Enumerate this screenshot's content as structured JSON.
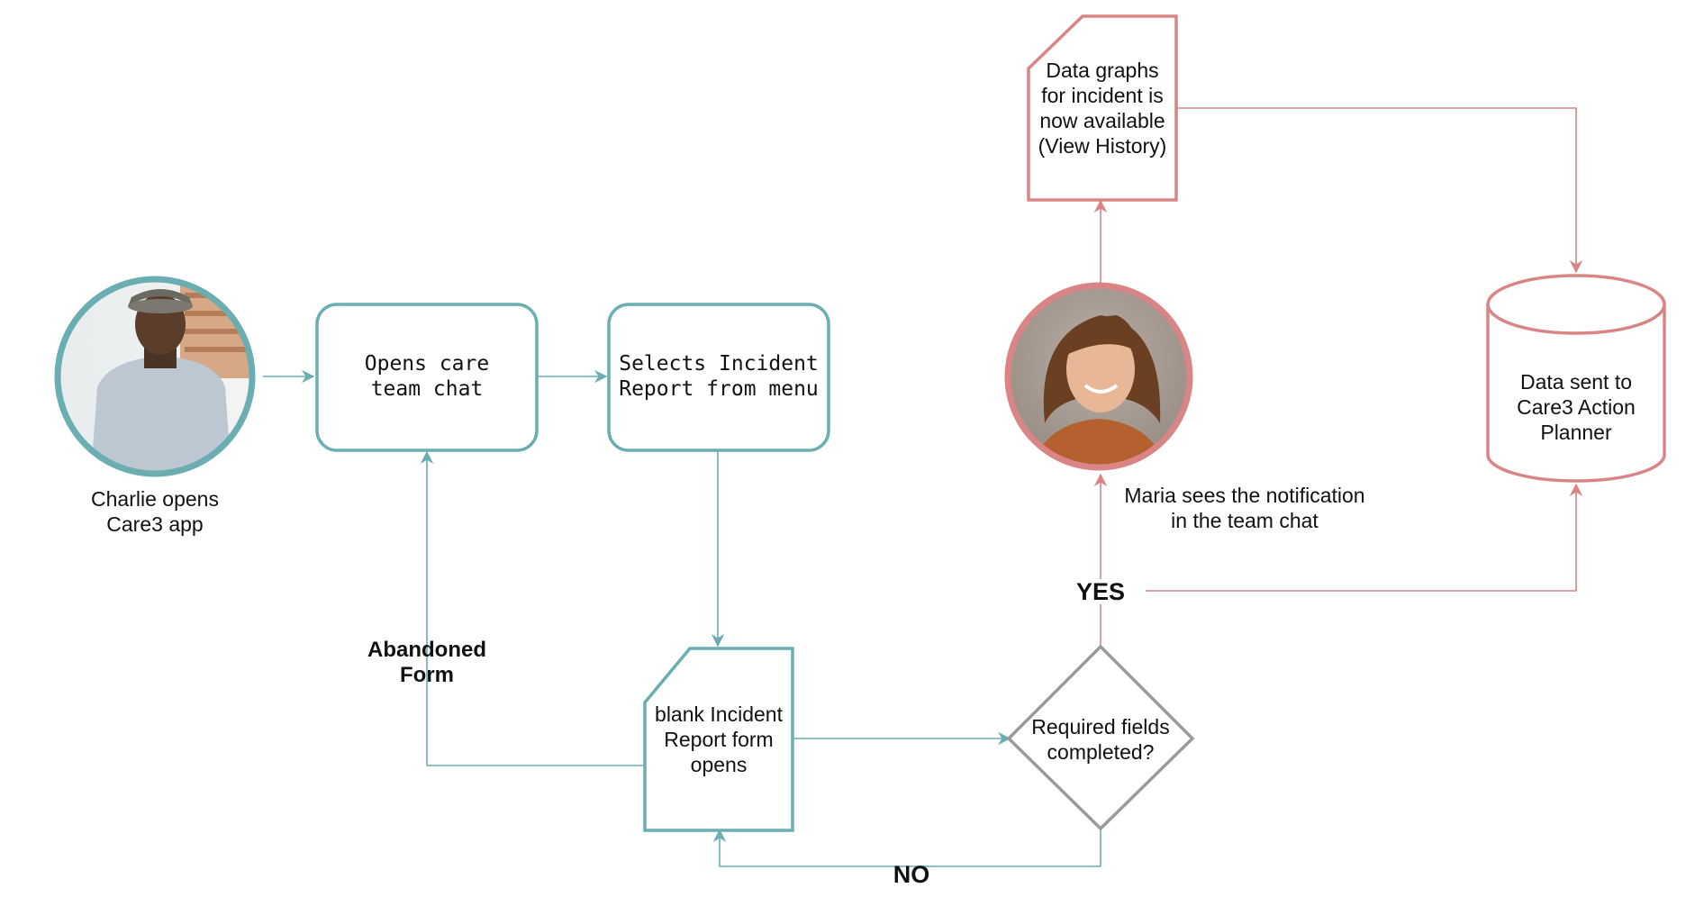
{
  "colors": {
    "teal": "#6aaeb2",
    "rose": "#d98585",
    "gray": "#9a9a9a"
  },
  "nodes": {
    "charlie": {
      "caption_line1": "Charlie opens",
      "caption_line2": "Care3 app",
      "icon": "person-photo-charlie"
    },
    "opens_chat": {
      "line1": "Opens care",
      "line2": "team chat"
    },
    "selects_report": {
      "line1": "Selects Incident",
      "line2": "Report from menu"
    },
    "blank_form": {
      "line1": "blank Incident",
      "line2": "Report form",
      "line3": "opens"
    },
    "decision": {
      "line1": "Required fields",
      "line2": "completed?"
    },
    "maria": {
      "caption_line1": "Maria sees the notification",
      "caption_line2": "in the team chat",
      "icon": "person-photo-maria"
    },
    "data_graphs": {
      "line1": "Data graphs",
      "line2": "for incident is",
      "line3": "now available",
      "line4": "(View History)"
    },
    "planner": {
      "line1": "Data sent to",
      "line2": "Care3 Action",
      "line3": "Planner"
    }
  },
  "edge_labels": {
    "abandoned_line1": "Abandoned",
    "abandoned_line2": "Form",
    "yes": "YES",
    "no": "NO"
  }
}
